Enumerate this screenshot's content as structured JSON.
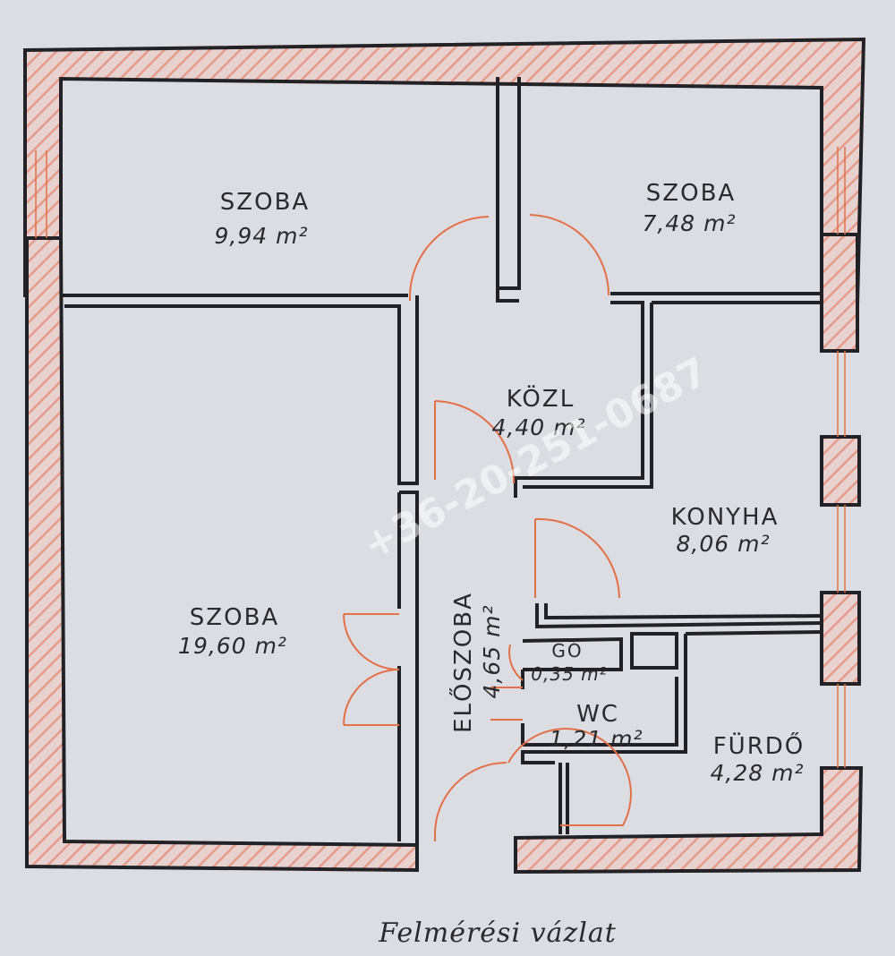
{
  "plan": {
    "caption": "Felmérési vázlat",
    "watermark": "+36-20-251-0687",
    "colors": {
      "wall": "#222226",
      "hatch": "#e59a8a",
      "door": "#e27048",
      "background": "#dcdde2"
    },
    "rooms": {
      "szoba_top_left": {
        "name": "SZOBA",
        "area": "9,94 m²"
      },
      "szoba_top_right": {
        "name": "SZOBA",
        "area": "7,48 m²"
      },
      "kozl": {
        "name": "KÖZL",
        "area": "4,40 m²"
      },
      "konyha": {
        "name": "KONYHA",
        "area": "8,06 m²"
      },
      "szoba_large": {
        "name": "SZOBA",
        "area": "19,60 m²"
      },
      "eloszoba": {
        "name": "ELŐSZOBA",
        "area": "4,65 m²"
      },
      "gardrob": {
        "name": "GÓ",
        "area": "0,35 m²"
      },
      "wc": {
        "name": "WC",
        "area": "1,21 m²"
      },
      "furdo": {
        "name": "FÜRDŐ",
        "area": "4,28 m²"
      }
    }
  }
}
